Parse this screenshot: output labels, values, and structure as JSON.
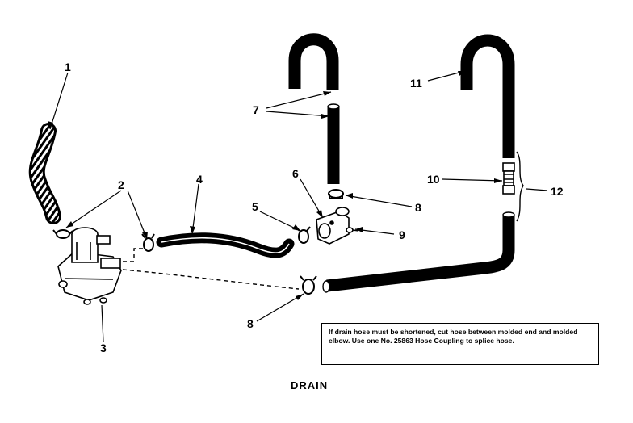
{
  "callouts": {
    "c1": "1",
    "c2": "2",
    "c3": "3",
    "c4": "4",
    "c5": "5",
    "c6": "6",
    "c7": "7",
    "c8a": "8",
    "c8b": "8",
    "c9": "9",
    "c10": "10",
    "c11": "11",
    "c12": "12"
  },
  "note": "If drain hose must be shortened, cut hose between molded end and molded elbow. Use one No. 25863 Hose Coupling to splice hose.",
  "caption": "DRAIN"
}
